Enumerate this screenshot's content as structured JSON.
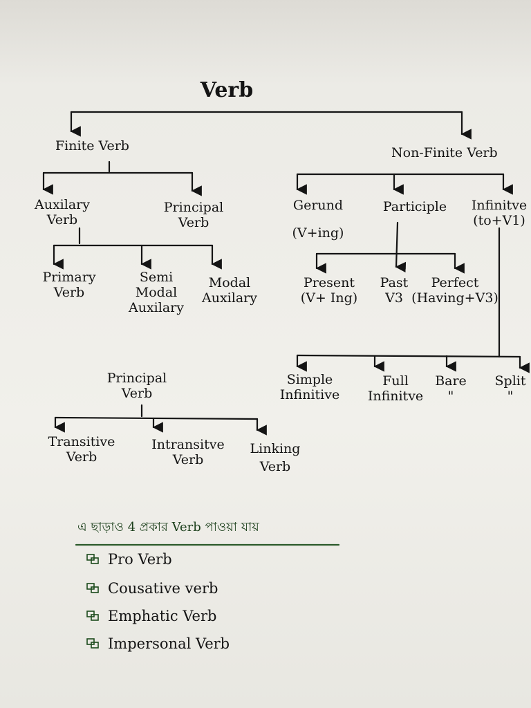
{
  "title": "Verb",
  "finite": "Finite Verb",
  "non_finite": "Non-Finite Verb",
  "auxiliary": [
    "Auxilary",
    "Verb"
  ],
  "principal": [
    "Principal",
    "Verb"
  ],
  "aux_types": [
    [
      "Primary",
      "Verb"
    ],
    [
      "Semi",
      "Modal",
      "Auxilary"
    ],
    [
      "Modal",
      "Auxilary"
    ]
  ],
  "gerund": [
    "Gerund",
    "(V+ing)"
  ],
  "participle": "Participle",
  "infinitive": [
    "Infinitve",
    "(to+V1)"
  ],
  "participle_types": [
    [
      "Present",
      "(V+ Ing)"
    ],
    [
      "Past",
      "V3"
    ],
    [
      "Perfect",
      "(Having+V3)"
    ]
  ],
  "infinitive_types": [
    [
      "Simple",
      "Infinitive"
    ],
    [
      "Full",
      "Infinitve"
    ],
    [
      "Bare",
      "\""
    ],
    [
      "Split",
      "\""
    ]
  ],
  "principal_tree": {
    "root": [
      "Principal",
      "Verb"
    ],
    "children": [
      [
        "Transitive",
        "Verb"
      ],
      [
        "Intransitve",
        "Verb"
      ],
      [
        "Linking",
        "Verb"
      ]
    ]
  },
  "extra_heading": "এ ছাড়াও 4 প্রকার Verb পাওয়া যায়",
  "extra_items": [
    "Pro Verb",
    "Cousative verb",
    "Emphatic Verb",
    "Impersonal Verb"
  ],
  "colors": {
    "ink": "#141414",
    "underline": "#2a5a2a",
    "paper": "#f1f0eb"
  }
}
